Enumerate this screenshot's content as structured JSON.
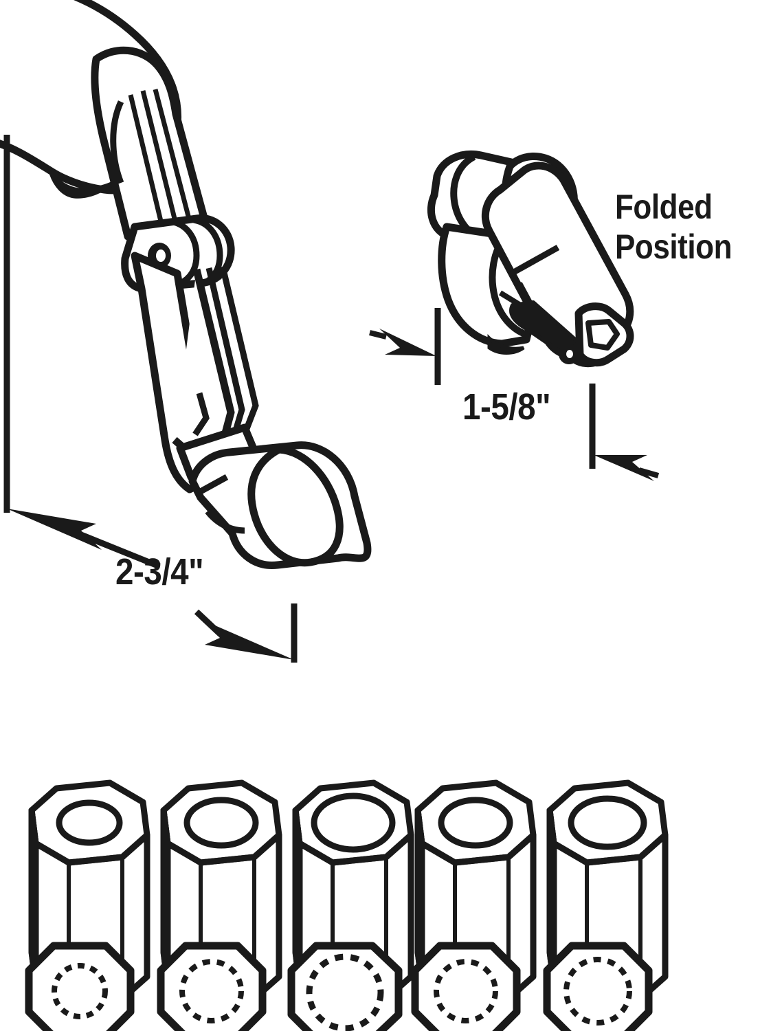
{
  "diagram": {
    "title": "Folding Crank Handle Dimensional Diagram",
    "background_color": "#ffffff",
    "line_color": "#1a1a1a",
    "labels": {
      "folded_position": "Folded\nPosition",
      "folded_dimension": "1-5/8\"",
      "extended_dimension": "2-3/4\""
    },
    "views": [
      {
        "name": "extended-crank-handle",
        "description": "Crank handle shown in extended (unfolded) position with knob grip at top-left, pivot joint in middle, and cylindrical hub at lower right",
        "dimension": "2-3/4\"",
        "dimension_type": "projection-depth"
      },
      {
        "name": "folded-crank-handle",
        "description": "Same crank handle shown collapsed into folded position",
        "dimension": "1-5/8\"",
        "dimension_type": "projection-depth"
      }
    ],
    "spacers": {
      "count": 5,
      "shape": "octagonal",
      "views": [
        "isometric",
        "end-view"
      ],
      "end_view_feature": "splined-bore",
      "bore_sizes": [
        "small",
        "medium",
        "large",
        "medium",
        "medium-large"
      ]
    }
  }
}
